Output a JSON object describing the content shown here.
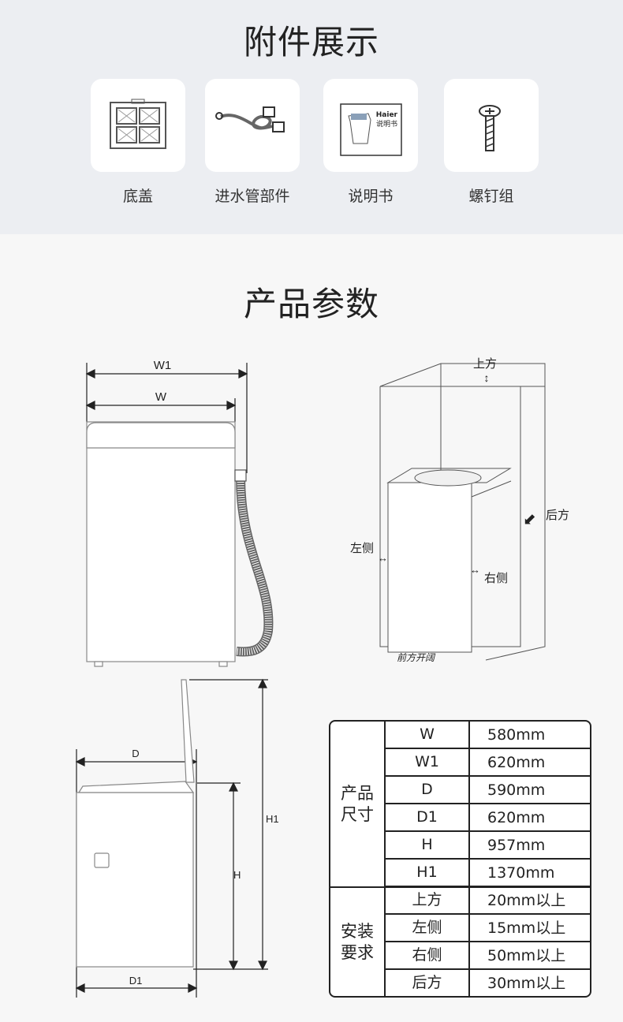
{
  "accessories": {
    "title": "附件展示",
    "items": [
      {
        "label": "底盖",
        "icon": "bottom-cover-icon"
      },
      {
        "label": "进水管部件",
        "icon": "inlet-hose-icon"
      },
      {
        "label": "说明书",
        "icon": "manual-icon",
        "brand": "Haier",
        "book_text": "说明书"
      },
      {
        "label": "螺钉组",
        "icon": "screw-icon"
      }
    ]
  },
  "params": {
    "title": "产品参数",
    "diagram_labels": {
      "W1": "W1",
      "W": "W",
      "D": "D",
      "D1": "D1",
      "H": "H",
      "H1": "H1",
      "top": "上方",
      "back": "后方",
      "left": "左侧",
      "right": "右侧",
      "front": "前方开阔"
    },
    "table": {
      "groups": [
        {
          "label": "产品尺寸",
          "rows": [
            {
              "key": "W",
              "value": "580mm"
            },
            {
              "key": "W1",
              "value": "620mm"
            },
            {
              "key": "D",
              "value": "590mm"
            },
            {
              "key": "D1",
              "value": "620mm"
            },
            {
              "key": "H",
              "value": "957mm"
            },
            {
              "key": "H1",
              "value": "1370mm"
            }
          ]
        },
        {
          "label": "安装要求",
          "rows": [
            {
              "key": "上方",
              "value": "20mm以上"
            },
            {
              "key": "左侧",
              "value": "15mm以上"
            },
            {
              "key": "右侧",
              "value": "50mm以上"
            },
            {
              "key": "后方",
              "value": "30mm以上"
            }
          ]
        }
      ]
    }
  }
}
